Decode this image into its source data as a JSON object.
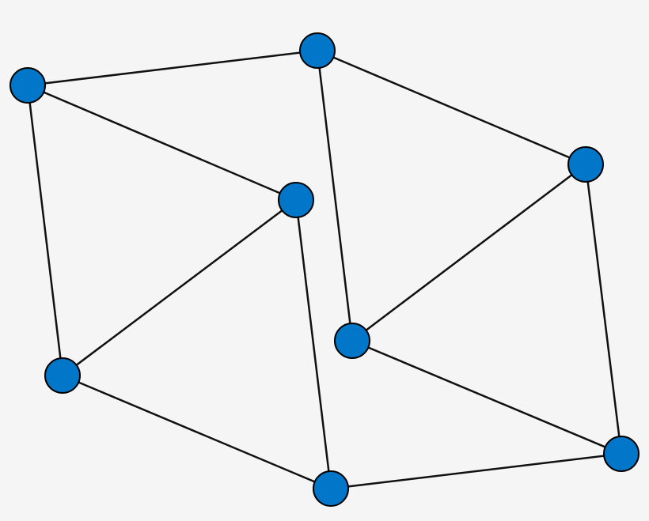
{
  "colors": {
    "background": "#f5f5f5",
    "node_fill": "#0277c9",
    "node_stroke": "#000000",
    "edge": "#111111"
  },
  "graph": {
    "nodes": [
      {
        "id": "A"
      },
      {
        "id": "B"
      },
      {
        "id": "C"
      },
      {
        "id": "D"
      },
      {
        "id": "E"
      },
      {
        "id": "F"
      },
      {
        "id": "G"
      },
      {
        "id": "H"
      }
    ],
    "edges": [
      [
        "A",
        "B"
      ],
      [
        "A",
        "C"
      ],
      [
        "A",
        "D"
      ],
      [
        "C",
        "D"
      ],
      [
        "C",
        "E"
      ],
      [
        "D",
        "E"
      ],
      [
        "B",
        "F"
      ],
      [
        "B",
        "G"
      ],
      [
        "F",
        "G"
      ],
      [
        "G",
        "H"
      ],
      [
        "F",
        "H"
      ],
      [
        "E",
        "H"
      ]
    ]
  }
}
